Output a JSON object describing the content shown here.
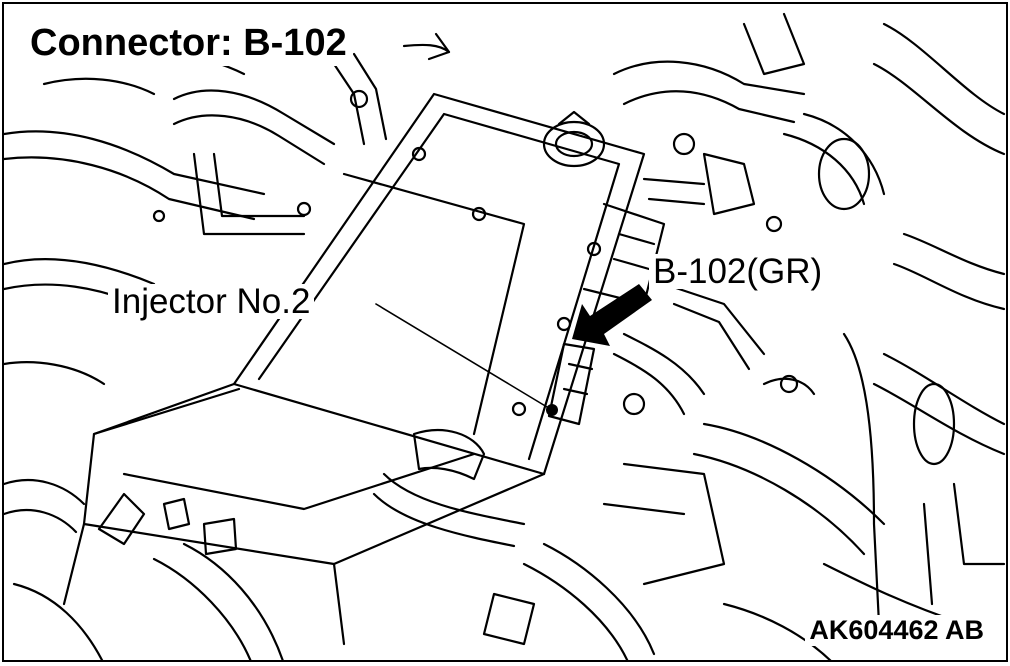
{
  "diagram": {
    "title": "Connector: B-102",
    "callouts": {
      "injector": "Injector No.2",
      "connector": "B-102(GR)"
    },
    "figure_id": "AK604462 AB"
  }
}
